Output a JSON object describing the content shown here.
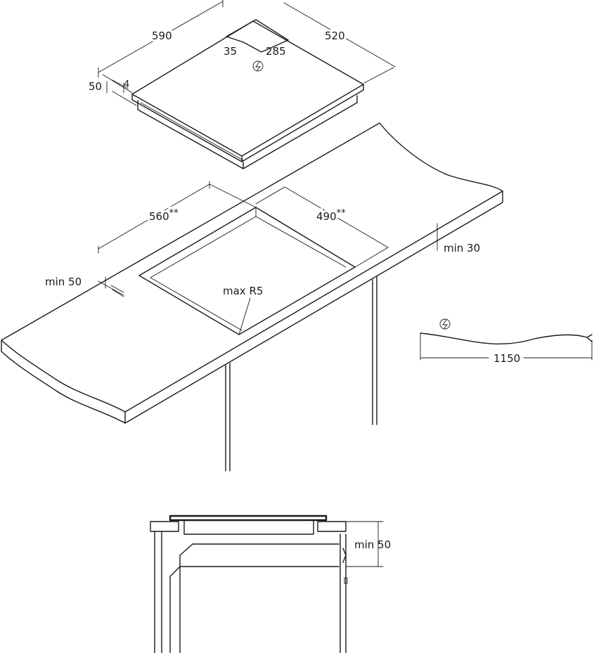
{
  "hob": {
    "width": "590",
    "depth": "520",
    "height": "50",
    "rim": "4",
    "connection_offset": "35",
    "connection_depth": "285"
  },
  "cutout": {
    "width": "560",
    "depth": "490",
    "width_mark": "**",
    "depth_mark": "**",
    "front_gap": "min 50",
    "back_gap": "min 30",
    "corner_radius": "max R5"
  },
  "cable": {
    "length": "1150"
  },
  "section": {
    "clearance": "min 50"
  },
  "icons": {
    "power": "power-connection-icon"
  }
}
